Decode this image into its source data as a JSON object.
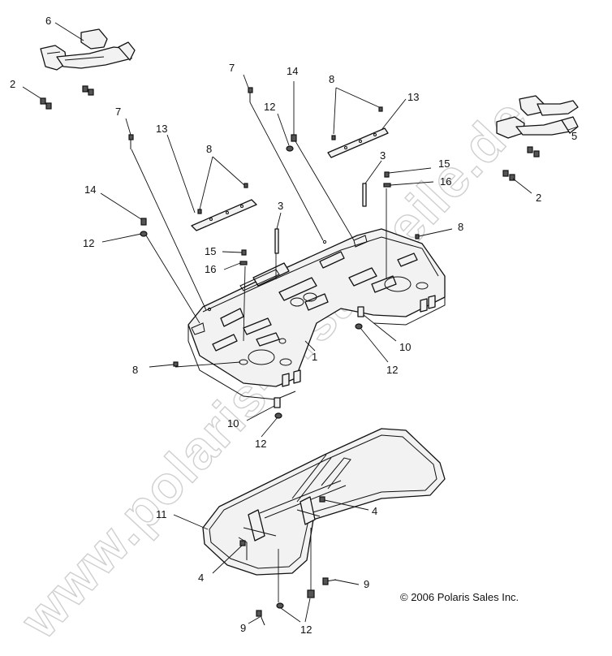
{
  "watermark": "www.polaris-ersatzteile.de",
  "copyright": "© 2006 Polaris Sales Inc.",
  "callouts": [
    {
      "id": "c6",
      "label": "6"
    },
    {
      "id": "c2a",
      "label": "2"
    },
    {
      "id": "c7a",
      "label": "7"
    },
    {
      "id": "c14a",
      "label": "14"
    },
    {
      "id": "c8a",
      "label": "8"
    },
    {
      "id": "c13a",
      "label": "13"
    },
    {
      "id": "c12a",
      "label": "12"
    },
    {
      "id": "c7b",
      "label": "7"
    },
    {
      "id": "c13b",
      "label": "13"
    },
    {
      "id": "c8b",
      "label": "8"
    },
    {
      "id": "c14b",
      "label": "14"
    },
    {
      "id": "c12b",
      "label": "12"
    },
    {
      "id": "c3a",
      "label": "3"
    },
    {
      "id": "c15a",
      "label": "15"
    },
    {
      "id": "c16a",
      "label": "16"
    },
    {
      "id": "c3b",
      "label": "3"
    },
    {
      "id": "c15b",
      "label": "15"
    },
    {
      "id": "c16b",
      "label": "16"
    },
    {
      "id": "c8c",
      "label": "8"
    },
    {
      "id": "c5",
      "label": "5"
    },
    {
      "id": "c2b",
      "label": "2"
    },
    {
      "id": "c1",
      "label": "1"
    },
    {
      "id": "c10a",
      "label": "10"
    },
    {
      "id": "c12c",
      "label": "12"
    },
    {
      "id": "c8d",
      "label": "8"
    },
    {
      "id": "c10b",
      "label": "10"
    },
    {
      "id": "c12d",
      "label": "12"
    },
    {
      "id": "c11",
      "label": "11"
    },
    {
      "id": "c4a",
      "label": "4"
    },
    {
      "id": "c4b",
      "label": "4"
    },
    {
      "id": "c9a",
      "label": "9"
    },
    {
      "id": "c9b",
      "label": "9"
    },
    {
      "id": "c12e",
      "label": "12"
    }
  ]
}
